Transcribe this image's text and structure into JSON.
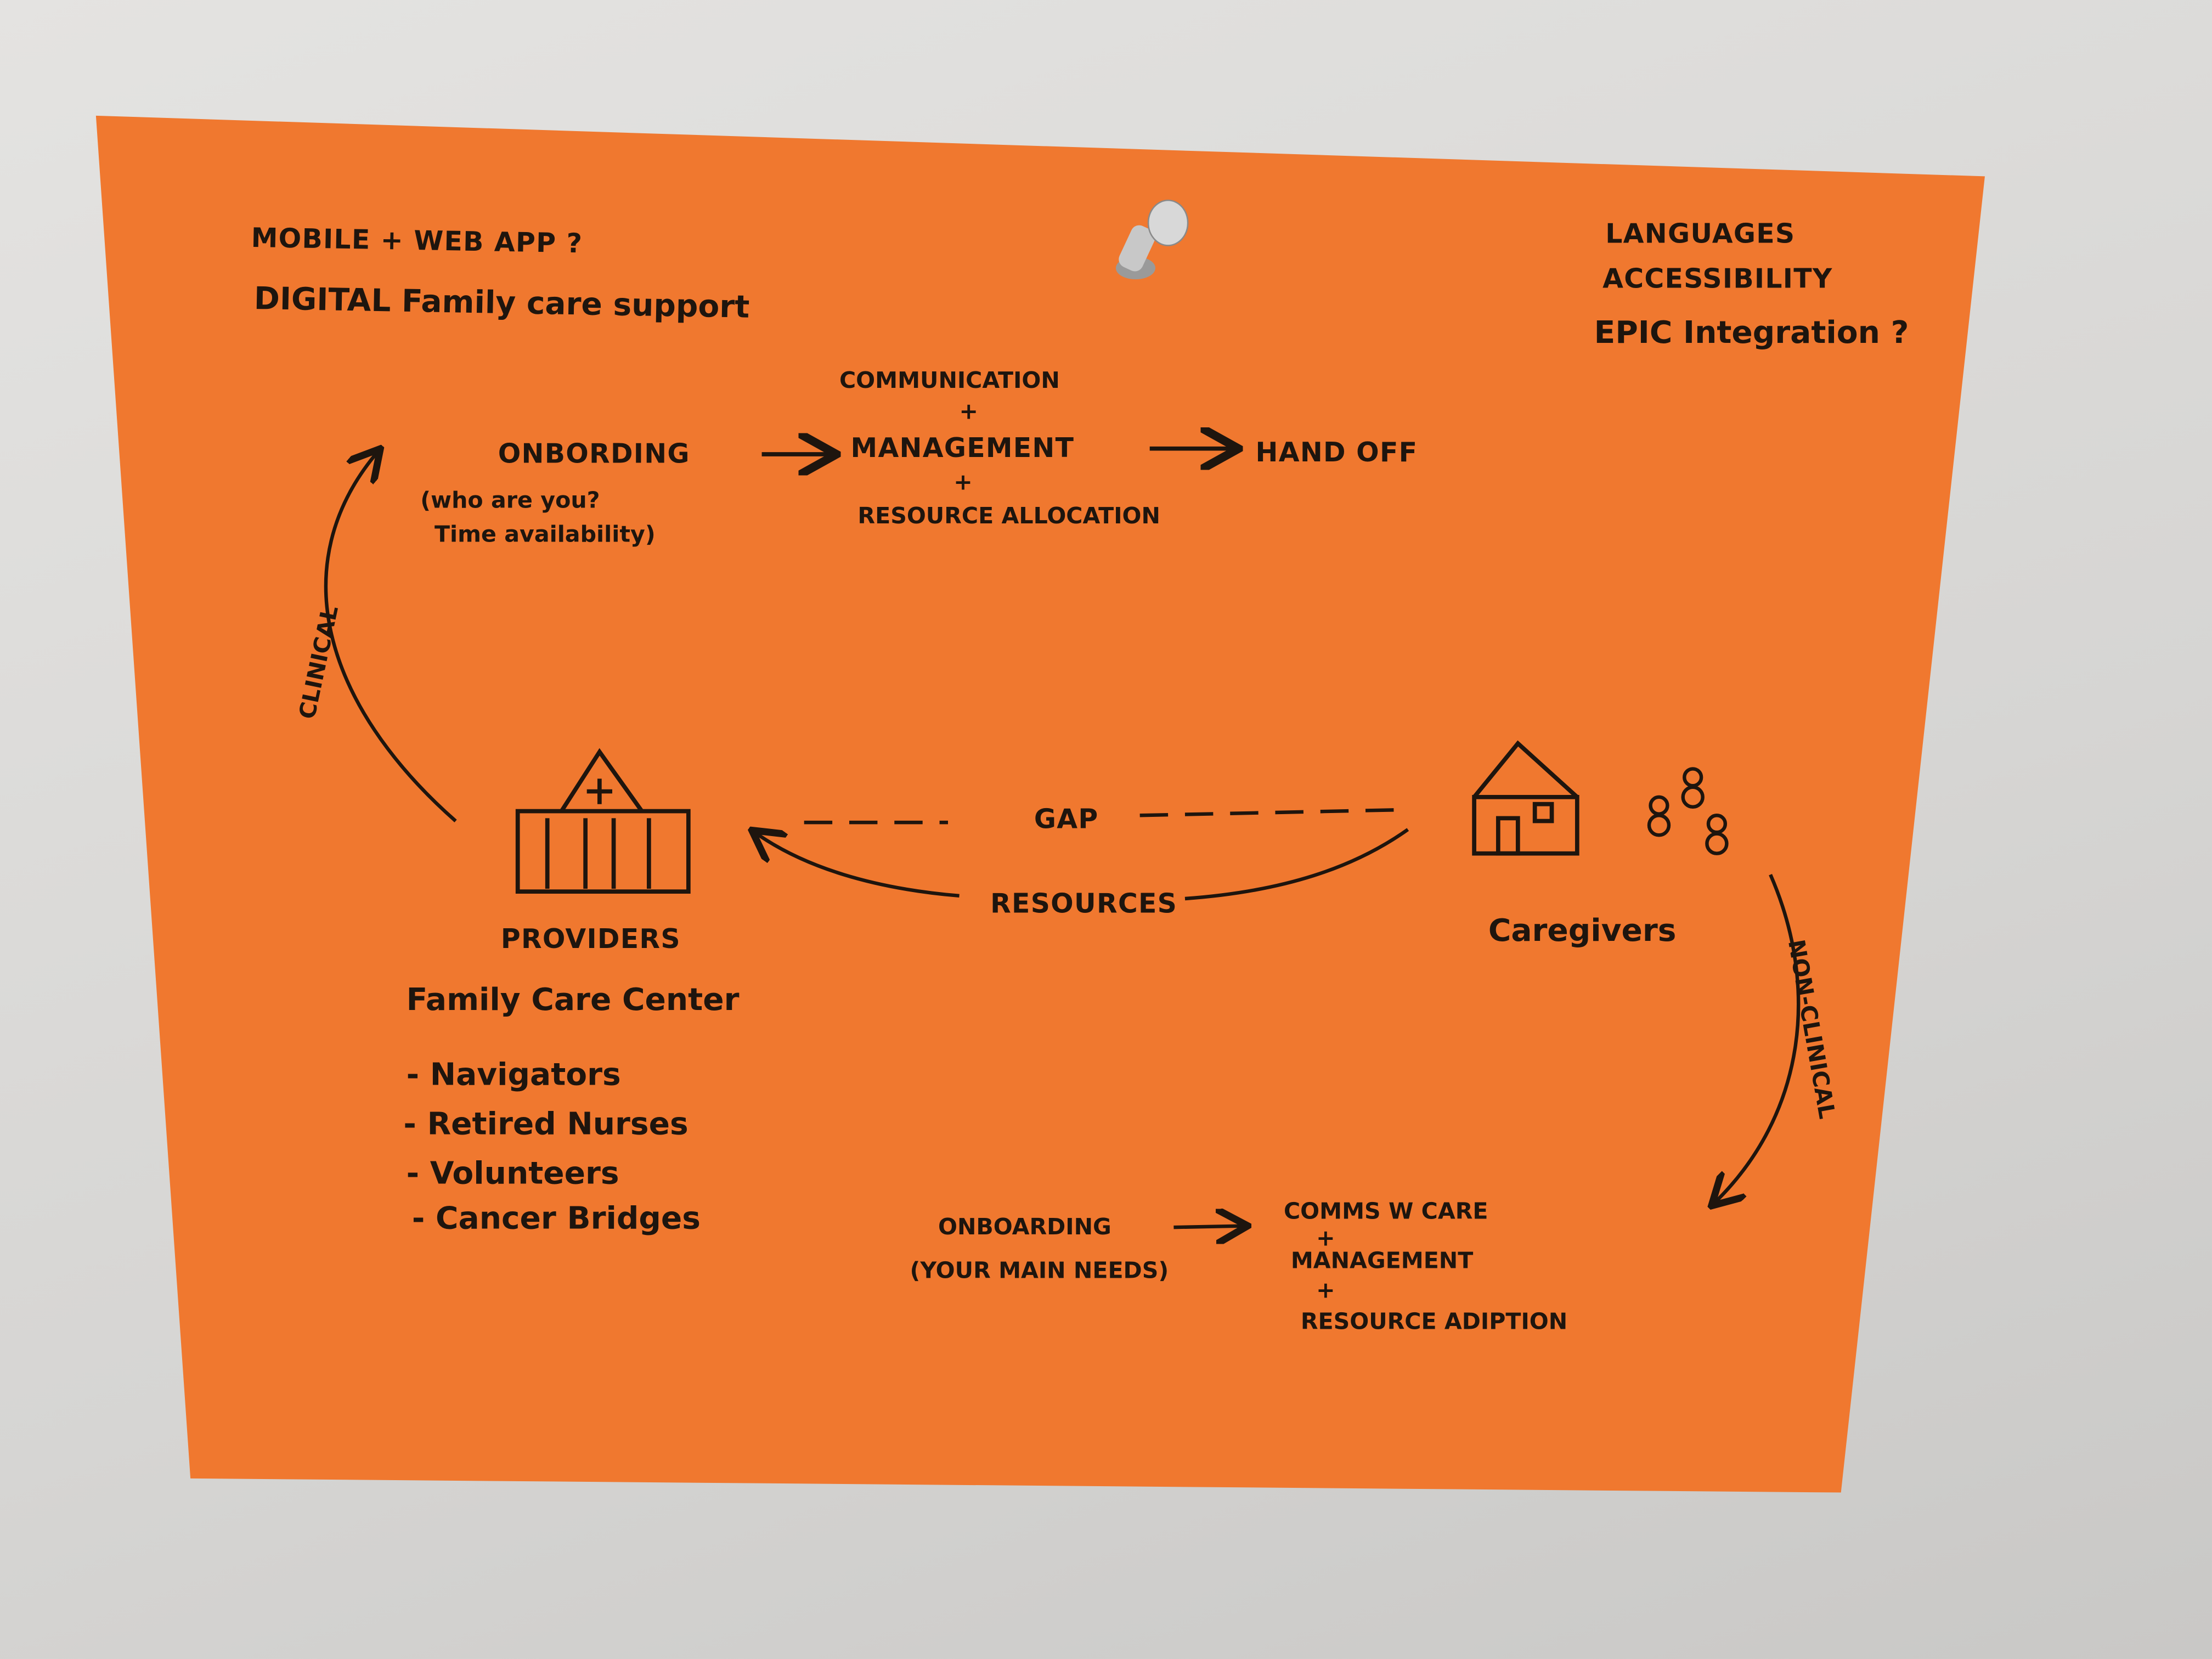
{
  "colors": {
    "paper": "#f0782f",
    "ink": "#1e150e",
    "wall": "#d9d8d6"
  },
  "header_left": {
    "line1": "MOBILE + WEB APP ?",
    "line2": "DIGITAL Family care support"
  },
  "header_right": {
    "line1": "LANGUAGES",
    "line2": "ACCESSIBILITY",
    "line3": "EPIC Integration ?"
  },
  "clinical_flow": {
    "onboarding": "ONBORDING",
    "onboarding_note1": "(who are you?",
    "onboarding_note2": "Time availability)",
    "step_top": "COMMUNICATION",
    "plus1": "+",
    "step_mid": "MANAGEMENT",
    "plus2": "+",
    "step_bottom": "RESOURCE ALLOCATION",
    "handoff": "HAND OFF"
  },
  "edges": {
    "clinical": "CLINICAL",
    "non_clinical": "NON-CLINICAL",
    "gap": "GAP",
    "resources": "RESOURCES"
  },
  "providers": {
    "title": "PROVIDERS",
    "subtitle": "Family Care Center",
    "items": [
      "- Navigators",
      "- Retired Nurses",
      "- Volunteers",
      "- Cancer Bridges"
    ]
  },
  "caregivers": {
    "title": "Caregivers"
  },
  "nonclinical_flow": {
    "onboarding": "ONBOARDING",
    "onboarding_note": "(YOUR MAIN NEEDS)",
    "step_top": "COMMS W CARE",
    "plus1": "+",
    "step_mid": "MANAGEMENT",
    "plus2": "+",
    "step_bottom": "RESOURCE ADIPTION"
  }
}
